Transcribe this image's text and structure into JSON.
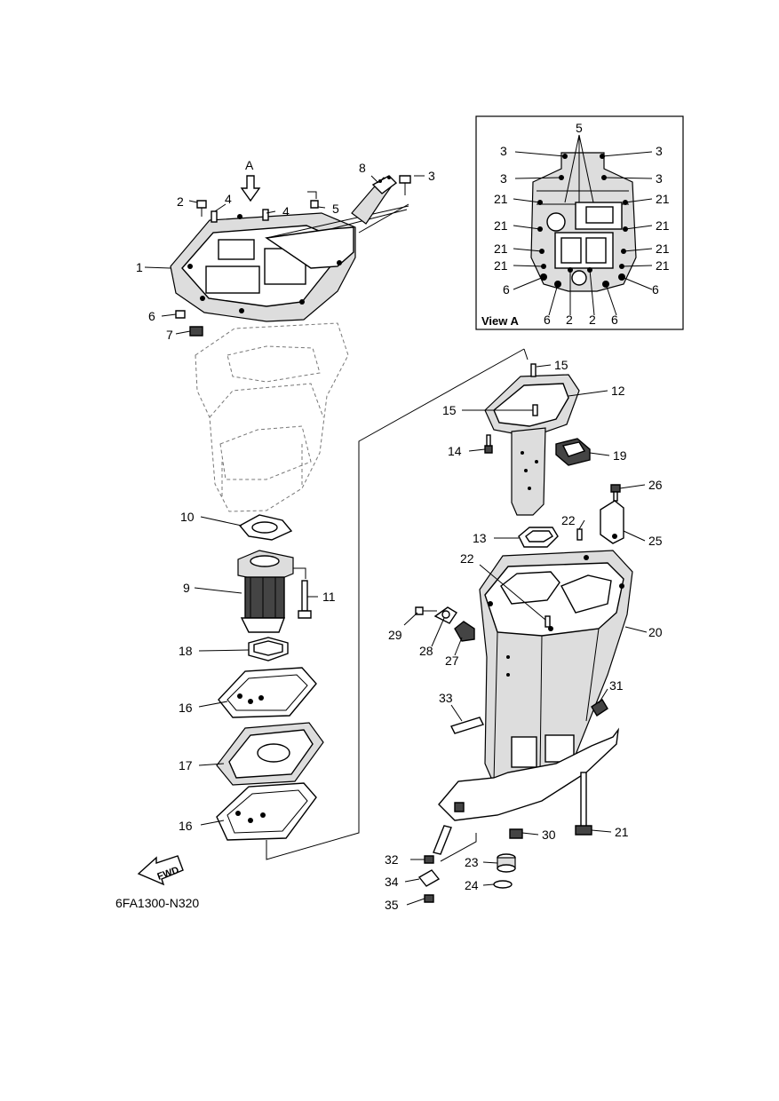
{
  "view_a": {
    "title": "View A",
    "callouts": [
      "5",
      "3",
      "3",
      "3",
      "3",
      "21",
      "21",
      "21",
      "21",
      "21",
      "21",
      "21",
      "21",
      "6",
      "6",
      "6",
      "6",
      "2",
      "2"
    ]
  },
  "arrow_label": "A",
  "callouts": [
    "3",
    "8",
    "2",
    "4",
    "4",
    "5",
    "1",
    "6",
    "7",
    "10",
    "9",
    "11",
    "18",
    "16",
    "17",
    "16",
    "15",
    "12",
    "15",
    "14",
    "19",
    "26",
    "22",
    "13",
    "25",
    "22",
    "29",
    "28",
    "27",
    "20",
    "31",
    "33",
    "30",
    "21",
    "32",
    "23",
    "34",
    "24",
    "35"
  ],
  "fwd_label": "FWD",
  "drawing_code": "6FA1300-N320"
}
